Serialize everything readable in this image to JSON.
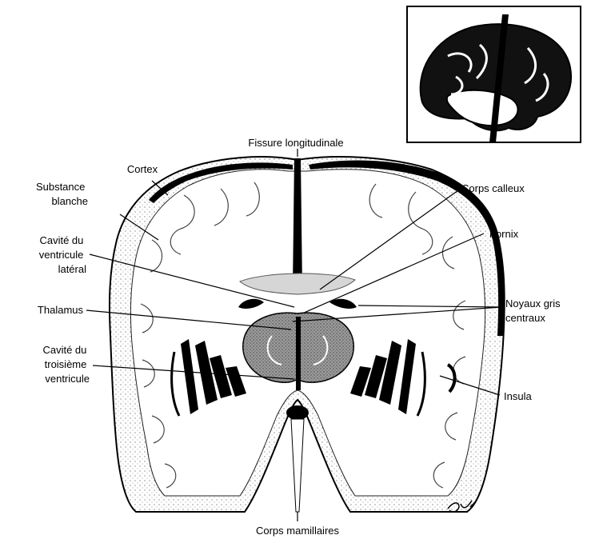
{
  "labels": {
    "fissure_longitudinale": "Fissure longitudinale",
    "cortex": "Cortex",
    "substance_blanche": [
      "Substance",
      "blanche"
    ],
    "cavite_ventricule_lateral": [
      "Cavité du",
      "ventricule",
      "latéral"
    ],
    "thalamus": "Thalamus",
    "cavite_troisieme_ventricule": [
      "Cavité du",
      "troisième",
      "ventricule"
    ],
    "corps_calleux": "Corps calleux",
    "fornix": "Fornix",
    "noyaux_gris_centraux": [
      "Noyaux gris",
      "centraux"
    ],
    "insula": "Insula",
    "corps_mamillaires": "Corps mamillaires"
  },
  "colors": {
    "ink": "#000000",
    "paper": "#ffffff",
    "thalamus_fill": "#8a8a8a",
    "stipple": "#555555"
  }
}
